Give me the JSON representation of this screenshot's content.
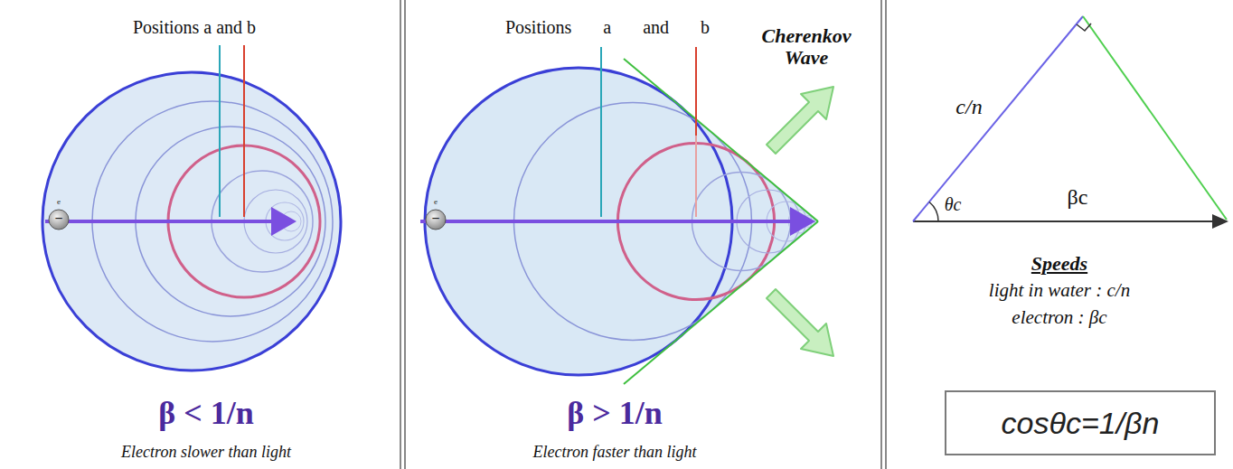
{
  "diagram": {
    "nodes": [
      {
        "text": [
          "cosθc=1/βn"
        ]
      }
    ],
    "labels": [
      "Positions a and b",
      "e",
      "−",
      "β < 1/n",
      "Electron slower than light",
      "Positions a and b",
      "e",
      "−",
      "Cherenkov Wave",
      "β > 1/n",
      "Electron faster than light",
      "c/n",
      "θc",
      "βc",
      "Speeds",
      "light in water : c/n",
      "electron : βc"
    ]
  }
}
